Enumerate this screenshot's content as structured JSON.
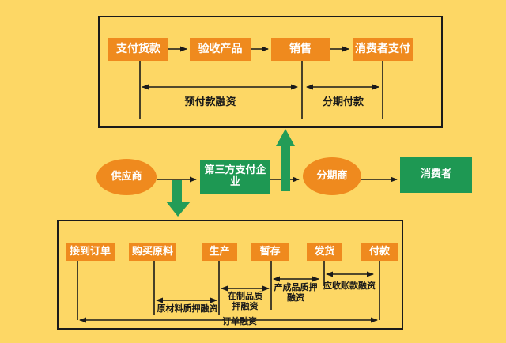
{
  "colors": {
    "background": "#FDD765",
    "node_orange": "#EF8A1E",
    "node_green": "#1E9853",
    "arrow_green": "#239C57",
    "line_black": "#1A1A1A",
    "node_text": "#FFFFFF"
  },
  "top_flow": {
    "nodes": [
      "支付货款",
      "验收产品",
      "销售",
      "消费者支付"
    ],
    "prepayment_financing_label": "预付款融资",
    "installment_payment_label": "分期付款"
  },
  "middle_flow": {
    "supplier": "供应商",
    "third_party_payment_company": "第三方支付企业",
    "installment_merchant": "分期商",
    "consumer": "消费者"
  },
  "bottom_flow": {
    "nodes": [
      "接到订单",
      "购买原料",
      "生产",
      "暂存",
      "发货",
      "付款"
    ],
    "raw_material_pledge_financing_label": "原材料质押融资",
    "wip_pledge_financing_label": "在制品质押融资",
    "finished_goods_pledge_financing_label": "产成品质押融资",
    "receivables_financing_label": "应收账款融资",
    "order_financing_label": "订单融资"
  }
}
